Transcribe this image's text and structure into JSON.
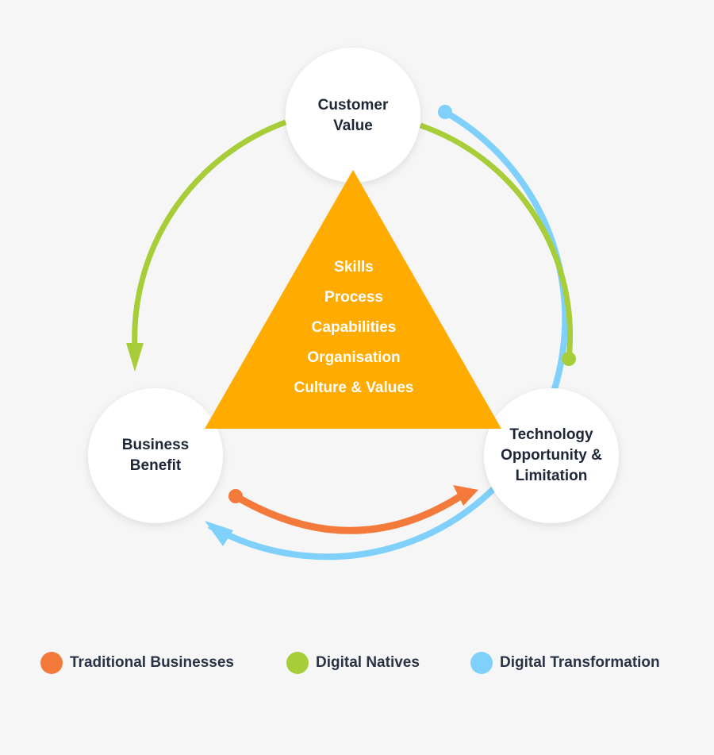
{
  "nodes": {
    "customer_value": [
      "Customer",
      "Value"
    ],
    "business_benefit": [
      "Business",
      "Benefit"
    ],
    "technology": [
      "Technology",
      "Opportunity &",
      "Limitation"
    ]
  },
  "triangle_items": [
    "Skills",
    "Process",
    "Capabilities",
    "Organisation",
    "Culture & Values"
  ],
  "legend": [
    {
      "label": "Traditional Businesses",
      "color": "#f47a3c"
    },
    {
      "label": "Digital Natives",
      "color": "#a7cd38"
    },
    {
      "label": "Digital Transformation",
      "color": "#7fd0fa"
    }
  ],
  "colors": {
    "triangle": "#ffab00",
    "traditional": "#f47a3c",
    "natives": "#a7cd38",
    "transformation": "#7fd0fa"
  }
}
